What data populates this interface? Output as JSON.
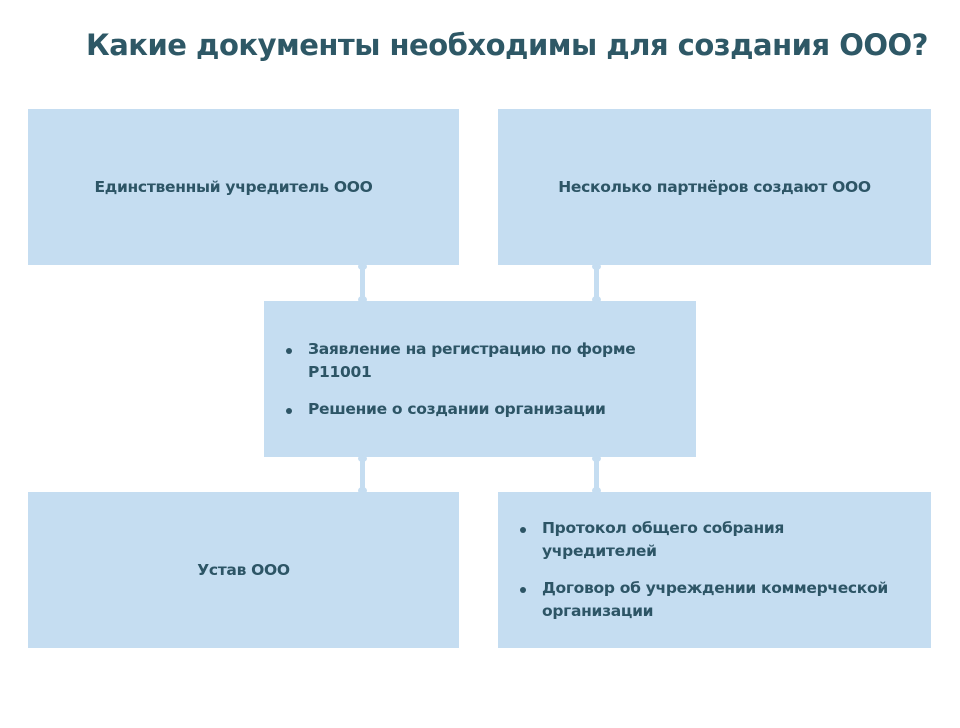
{
  "title": "Какие документы необходимы для создания ООО?",
  "boxes": {
    "single_founder": "Единственный учредитель ООО",
    "several_partners": "Несколько партнёров создают ООО",
    "common_docs": [
      "Заявление на регистрацию по форме Р11001",
      "Решение о создании организации"
    ],
    "single_result": "Устав ООО",
    "partners_docs": [
      "Протокол общего собрания учредителей",
      "Договор об учреждении коммерческой организации"
    ]
  },
  "colors": {
    "box": "#c5ddf1",
    "text": "#2d5566"
  }
}
